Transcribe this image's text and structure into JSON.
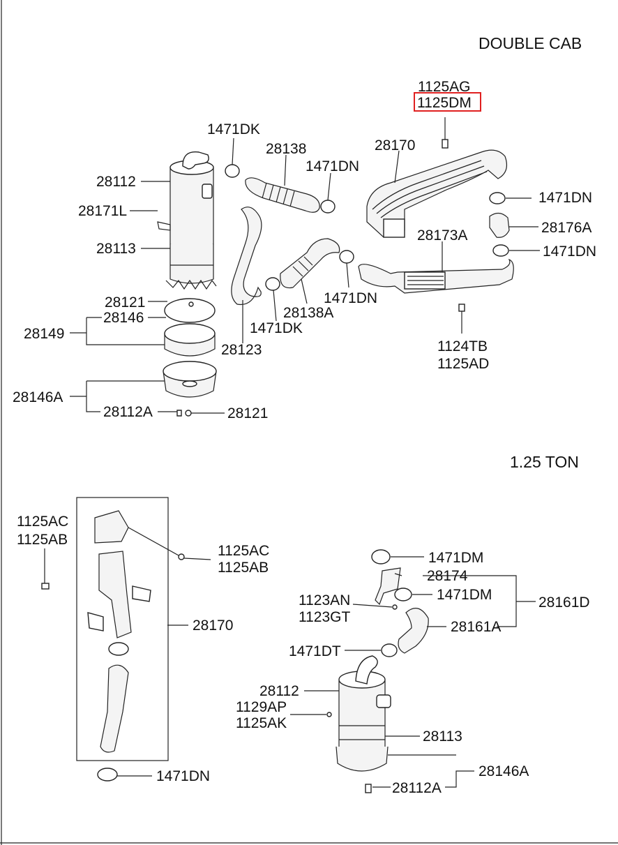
{
  "sections": {
    "double_cab": "DOUBLE CAB",
    "one_ton": "1.25 TON"
  },
  "highlight_color": "#e02020",
  "labels": {
    "l1125ag": "1125AG",
    "l1125dm": "1125DM",
    "l1471dk_top": "1471DK",
    "l28138": "28138",
    "l1471dn_a": "1471DN",
    "l28170_top": "28170",
    "l28112_top": "28112",
    "l28171l": "28171L",
    "l1471dn_b": "1471DN",
    "l28176a": "28176A",
    "l28113_top": "28113",
    "l28173a": "28173A",
    "l1471dn_c": "1471DN",
    "l1471dn_d": "1471DN",
    "l28121_a": "28121",
    "l28138a": "28138A",
    "l28146": "28146",
    "l1471dk_b": "1471DK",
    "l28149": "28149",
    "l28123": "28123",
    "l1124tb": "1124TB",
    "l1125ad": "1125AD",
    "l28146a_top": "28146A",
    "l28112a_top": "28112A",
    "l28121_b": "28121",
    "l1125ac_left": "1125AC",
    "l1125ab_left": "1125AB",
    "l1125ac_right": "1125AC",
    "l1125ab_right": "1125AB",
    "l28170_bot": "28170",
    "l1471dn_bot": "1471DN",
    "l1471dm_a": "1471DM",
    "l28174": "28174",
    "l1471dm_b": "1471DM",
    "l28161d": "28161D",
    "l1123an": "1123AN",
    "l1123gt": "1123GT",
    "l28161a": "28161A",
    "l1471dt": "1471DT",
    "l28112_bot": "28112",
    "l1129ap": "1129AP",
    "l1125ak": "1125AK",
    "l28113_bot": "28113",
    "l28146a_bot": "28146A",
    "l28112a_bot": "28112A"
  }
}
